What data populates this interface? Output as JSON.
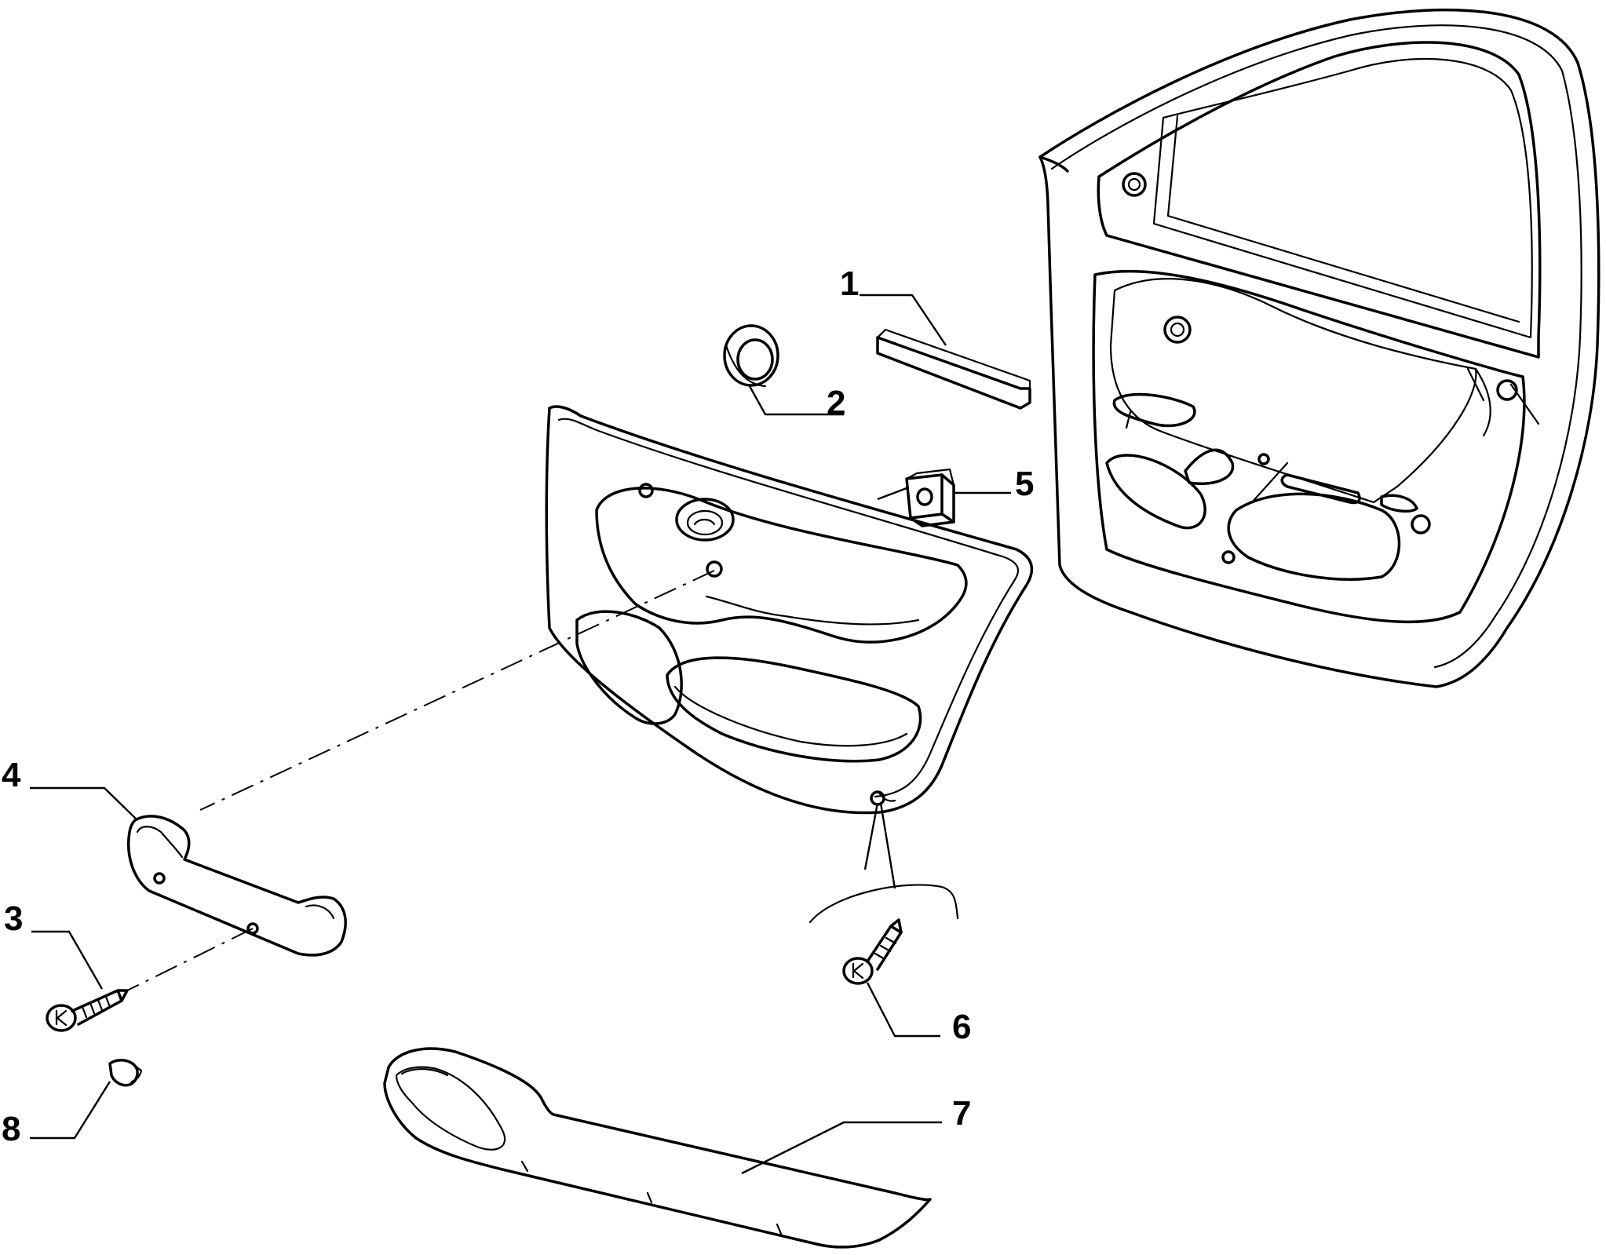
{
  "callouts": {
    "1": "1",
    "2": "2",
    "3": "3",
    "4": "4",
    "5": "5",
    "6": "6",
    "7": "7",
    "8": "8"
  }
}
